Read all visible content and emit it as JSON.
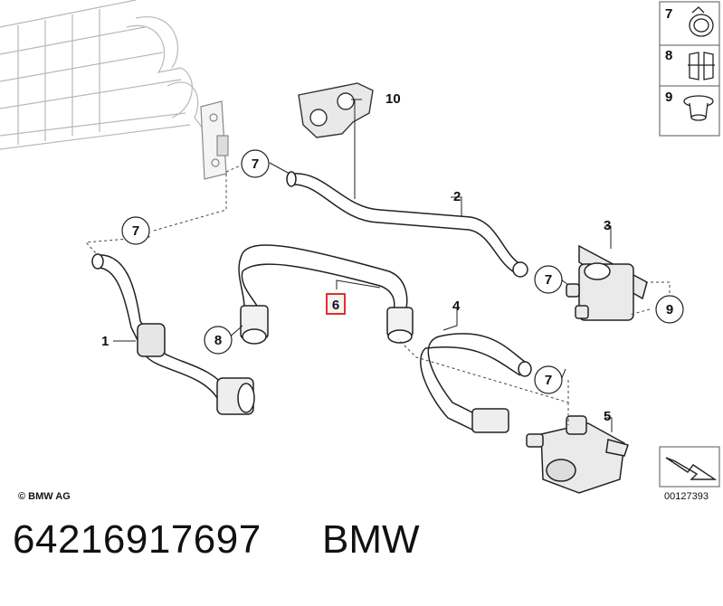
{
  "diagram": {
    "callouts": {
      "c1": "1",
      "c2": "2",
      "c3": "3",
      "c4": "4",
      "c5": "5",
      "c6": "6",
      "c7a": "7",
      "c7b": "7",
      "c7c": "7",
      "c7d": "7",
      "c8": "8",
      "c9": "9",
      "c10": "10"
    },
    "legend": {
      "l7": "7",
      "l8": "8",
      "l9": "9"
    },
    "copyright": "© BMW AG",
    "diagram_id": "00127393",
    "highlight_color": "#e0302a"
  },
  "footer": {
    "part_number": "64216917697",
    "brand": "BMW"
  }
}
